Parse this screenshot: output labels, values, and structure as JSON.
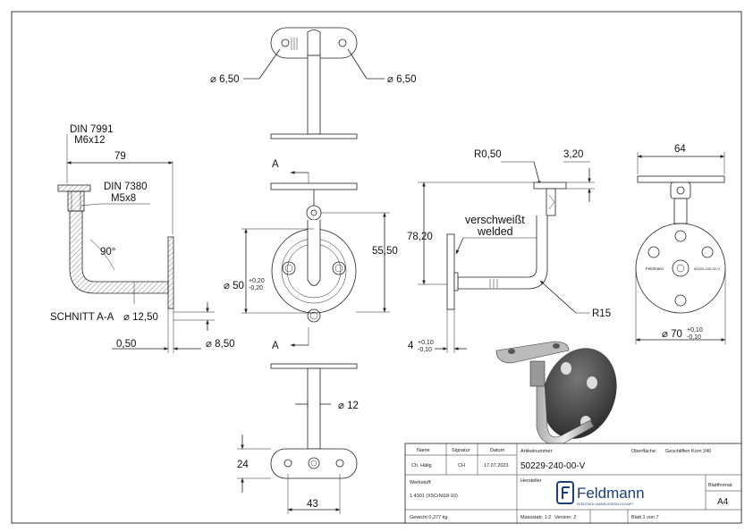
{
  "views": {
    "top": {
      "hole_left": "⌀ 6,50",
      "hole_right": "⌀ 6,50"
    },
    "section": {
      "din1_name": "DIN 7991",
      "din1_size": "M6x12",
      "width": "79",
      "din2_name": "DIN 7380",
      "din2_size": "M5x8",
      "angle": "90°",
      "section_label": "SCHNITT A-A",
      "tube_dia": "⌀ 12,50",
      "plate_thk": "0,50",
      "plate_dia": "⌀ 8,50"
    },
    "front": {
      "cut_top": "A",
      "cut_bottom": "A",
      "height": "55,50",
      "dia": "⌀ 50",
      "tol_plus": "+0,20",
      "tol_minus": "-0,20"
    },
    "bottom": {
      "rod_dia": "⌀ 12",
      "height": "24",
      "width": "43"
    },
    "side": {
      "radius_small": "R0,50",
      "plate_thk": "3,20",
      "height": "78,20",
      "weld_de": "verschweißt",
      "weld_en": "welded",
      "radius_bend": "R15",
      "disc_thk": "4",
      "tol_plus": "+0,10",
      "tol_minus": "-0,10"
    },
    "right": {
      "width": "64",
      "dia": "⌀ 70",
      "tol_plus": "+0,10",
      "tol_minus": "-0,10",
      "engraving_left": "Feldmann",
      "engraving_right": "50229-240-00-V"
    }
  },
  "title_block": {
    "name_label": "Name",
    "signature_label": "Signatur",
    "date_label": "Datum",
    "row_label": "Ch. Hälig",
    "row_signature": "CH",
    "row_date": "17.07.2023",
    "article_label": "Artikelnummer",
    "article_number": "50229-240-00-V",
    "surface_label": "Oberfläche:",
    "surface_value": "Geschliffen Korn 240",
    "material_label": "Werkstoff:",
    "material_value": "1.4301 (X5CrNi18-10)",
    "manufacturer_label": "Hersteller",
    "logo_text": "Feldmann",
    "logo_tagline": "EDELSTAHL HANDELSGESELLSCHAFT",
    "format_label": "Blattformat",
    "format_value": "A4",
    "weight": "Gewicht 0,277 kg",
    "scale": "Massstab: 1:2",
    "version": "Version: 2",
    "sheet": "Blatt 1 von 7"
  }
}
